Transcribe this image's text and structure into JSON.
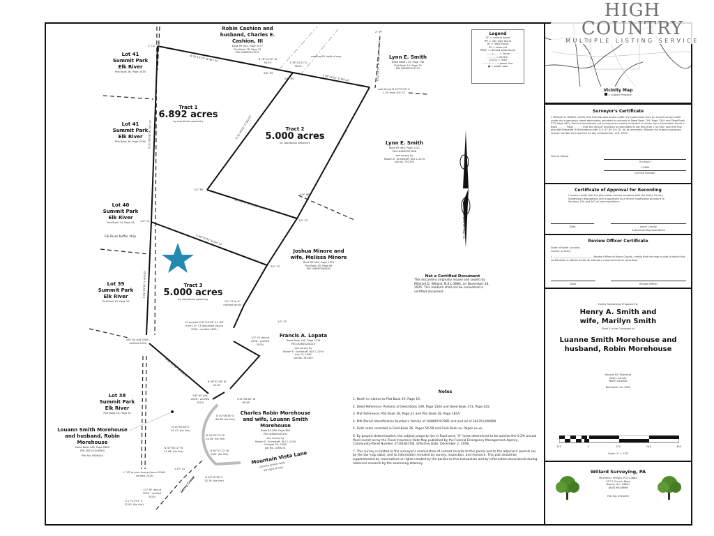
{
  "logo": {
    "title": "HIGH COUNTRY",
    "subtitle": "MULTIPLE LISTING SERVICE"
  },
  "legend": {
    "title": "Legend",
    "items": [
      "CF = conduit found",
      "IPF = iron pipe found",
      "RF = rebar found",
      "RS = rebar set",
      "RRSF = railroad spike found",
      "—— x —— = fence",
      "- - - - - = stream",
      "////////// = road",
      "—— v —— = power line",
      "● = power pole"
    ]
  },
  "vicinity": {
    "title": "Vicinity Map",
    "key": "= Subject Property"
  },
  "owners": {
    "cashion": {
      "name": "Robin Cashion and husband, Charles E. Cashion, III",
      "refs": [
        "Book RE 581, Page 2477",
        "Plat Book 28, Page 32",
        "PIN 184800219729"
      ]
    },
    "lynn1": {
      "name": "Lynn E. Smith",
      "refs": [
        "Deed Book 119, Page 746",
        "Plat Book 14, Page 73",
        "PIN 184800410747"
      ]
    },
    "lynn2": {
      "name": "Lynn E. Smith",
      "refs": [
        "Book RE 483, Page 1321",
        "PIN 184800307858",
        "see survey by",
        "Robert E. Grindstaff, RLS L-1294",
        "Job No. 791106"
      ]
    },
    "minore": {
      "name": "Joshua Minore and wife, Melissa Minore",
      "refs": [
        "Book RE 581, Page 1324",
        "Plat Book 30, Page 64",
        "PIN 184800009405"
      ]
    },
    "lopata": {
      "name": "Francis A. Lopata",
      "refs": [
        "Deed Book 165, Page 1116",
        "PIN 184800208219",
        "see survey by",
        "Robert E. Grindstaff, RLS L-1294",
        "July 10, 1985",
        "Job No. 785164"
      ]
    },
    "charles": {
      "name": "Charles Robin Morehouse and wife, Louann Smith Morehouse",
      "refs": [
        "Book RE 589, Page 989",
        "PIN 184800009291",
        "see survey by",
        "Robert E. Grindstaff, RLS L-1294",
        "October 24, 1989",
        "Job No. 1089231"
      ]
    },
    "louann": {
      "name": "Louann Smith Morehouse and husband, Robin Morehouse",
      "refs": [
        "Deed Book 408, Page 2885",
        "PIN 184701395963",
        "Plat No. 0609040"
      ]
    }
  },
  "lots": [
    {
      "name": "Lot 41",
      "sub": "Summit Park",
      "river": "Elk River",
      "ref": "Plat Book 38, Page 203A"
    },
    {
      "name": "Lot 41",
      "sub": "Summit Park",
      "river": "Elk River",
      "ref": "Plat Book 38, Page 203A"
    },
    {
      "name": "Lot 40",
      "sub": "Summit Park",
      "river": "Elk River",
      "ref": "Plat Book 24, Page 54"
    },
    {
      "name": "Lot 39",
      "sub": "Summit Park",
      "river": "Elk River",
      "ref": "Plat Book 24, Page 54"
    },
    {
      "name": "Lot 38",
      "sub": "Summit Park",
      "river": "Elk River",
      "ref": "Plat Book 24, Page 54"
    }
  ],
  "tracts": [
    {
      "label": "Tract 1",
      "acres": "6.892 acres",
      "note": "by coordinate geometry"
    },
    {
      "label": "Tract 2",
      "acres": "5.000 acres",
      "note": "by coordinate geometry"
    },
    {
      "label": "Tract 3",
      "acres": "5.000 acres",
      "note": "by coordinate geometry"
    }
  ],
  "plat_labels": {
    "buffer": "Elk River buffer strip",
    "row": "existing 60' right of way",
    "road": "Mountain Vista Lane",
    "road_sub": "(private gravel road)",
    "road_row": "60' right of way",
    "creek": "Leroy Creek",
    "north": "Plat Book 19, Page 19",
    "corners": [
      "1\" CS",
      "5/8\" RS",
      "5/8\" RS",
      "2\" IPF",
      "axle found N 10°59'45\" E 1.19' from 3/4\" CF",
      "1/2\" RS",
      "5/8\" IRF",
      "1/2\" CS",
      "1/2\" CS",
      "3/4\" CS",
      "1/2\" CF at 6' marked servis",
      "1/2\" CF",
      "CF located S 61°04'43\" E 1.68' from 1/2\" CF disturbed (found 2006 - verified 2025)",
      "1/2\" CF (found 2006 - verified 2025)",
      "5/8\" RS (set 2006 - verified 2025)",
      "5/8\" RS (set 2006 - verified 2025)",
      "1\" IPF at pine stump (found 2006 - verified 2025)",
      "1/2\" RF (found 2006 - verified 2025)",
      "1.25\" CS"
    ],
    "bearings": [
      "N 78°14'22\" W 467.02'",
      "N 78°14'22\" W 36.55'",
      "S 78°14'22\" E 36.55'",
      "S 78°14'22\" E 360.00'",
      "N 31°48'02\" E 560.07'",
      "S 31°48'02\" W 486.49'",
      "383.59' N 71°53'00\" W",
      "S 69°15'35\" E 504.14'",
      "S 01°09'36\" W 707.23'",
      "S 01°19'38\" E 479.92'",
      "S 02°24'59\" W 426.01' (tie line)",
      "N 48°52'38\" W 243.51'",
      "N 48°52'38\" W 30.00'",
      "S 42°06'38\" W 66.38'",
      "N 40°06'38\" E 66.38' (tie line)",
      "N 13°45'38\" E 67.41' (tie line)",
      "N 04°03'22\" W 24.38' (tie line)",
      "N 30°58'22\" W 47.68' (tie line)",
      "N 62°21'22\" W 6.04' (tie line)",
      "N 44°45'18\" E 33.78' (tie line)",
      "S 17°19'57\" E 12.00' (tie line)"
    ]
  },
  "not_certified": {
    "title": "Not a Certified Document",
    "text": "This document originally issued and sealed by Mitchell D. Willard, PLS L-3684, on November 24, 2025. This medium shall not be considered a certified document."
  },
  "notes": {
    "title": "Notes",
    "items": [
      "1. North is relative to Plat Book 19, Page 19.",
      "2. Deed Reference: Portions of Deed Book 109, Page 1304 and Deed Book 373, Page 442.",
      "3. Plat Reference: Plat Book 28, Page 32 and Plat Book 38, Page 185A.",
      "4. PIN (Parcel Identification Number): Portion of 184800207985 and and all of 184701296908.",
      "5. Field notes recorded in Field Book 26, Pages 56-58 and Field Book xx, Pages xx-xx.",
      "6. By graphic determination, the subject property lies in flood zone \"X\" (area determined to be outside the 0.2% annual flood event) as by the Flood Insurance Rate Map published by the Federal Emergency Management Agency, Community-Panel Number 3710184700J. Effective Date: December 2, 2008.",
      "7. This survey is limited to the surveyor's examination of current records to this parcel and to the adjoiners' parcels (as by the tax map data), and to information revealed by survey, inspection, and research. This plat should be supplemented by reservations or rights created by the parties to this transaction and by information ascertained during historical research by the examining attorney."
    ]
  },
  "surveyor_cert": {
    "title": "Surveyor's Certificate",
    "text": "I, Mitchell D. Willard, certify that this plat was drawn under my supervision from an actual survey made under my supervision (deed description recorded in portions of Deed Book 109, Page 1304 and Deed Book 373, Page 442); that the boundaries not surveyed are clearly indicated as drawn from information found in Book ______, Page ______; that the ratio of precision as calculated is not less than 1:10,000; and that this plat was prepared in accordance with G.S. 47-30 (f) (11) (a) as amended. Witness my original signature, license number and seal this 24 day of November, A.D. 2025.",
    "seal": "Seal or Stamp",
    "surveyor": "Surveyor",
    "license": "L-3684",
    "license_label": "License Number"
  },
  "approval_cert": {
    "title": "Certificate of Approval for Recording",
    "text": "I hereby certify that the plat shown hereon complies with the Avery County Subdivision Regulations and is approved as a Family Subdivision pursuant to Sections 304 and 502 of said regulations.",
    "date": "Date",
    "rep1": "Avery County",
    "rep2": "Authorized Representative"
  },
  "review_cert": {
    "title": "Review Officer Certificate",
    "state": "State of North Carolina",
    "county": "County of Avery",
    "text": "I, _______________________________, Review Officer of Avery County, certify that the map or plat to which this certification is affixed meets all statutory requirements for recording.",
    "date": "Date",
    "officer": "Review Officer"
  },
  "title_block": {
    "prepared": "Family Subdivision Prepared For",
    "owner": "Henry A. Smith and wife, Marilyn Smith",
    "conveyed": "Tract 3 to be Conveyed to",
    "grantee": "Luanne Smith Morehouse and husband, Robin Morehouse",
    "township": "Banner Elk Township",
    "county": "Avery County",
    "state": "North Carolina",
    "date": "November 24, 2025",
    "scale_ticks": [
      "120",
      "0",
      "120",
      "240",
      "360"
    ],
    "scale": "Scale: 1\" = 120'"
  },
  "firm": {
    "name": "Willard Surveying, PA",
    "lines": [
      "Mitchell D. Willard, PLS L-3684",
      "527-2 Church Road",
      "Boone, N.C. 28607",
      "(828) 963-8696"
    ],
    "plat_no": "Plat No. 2510055"
  },
  "colors": {
    "star": "#2489b0",
    "tree": "#4f8a2b"
  }
}
